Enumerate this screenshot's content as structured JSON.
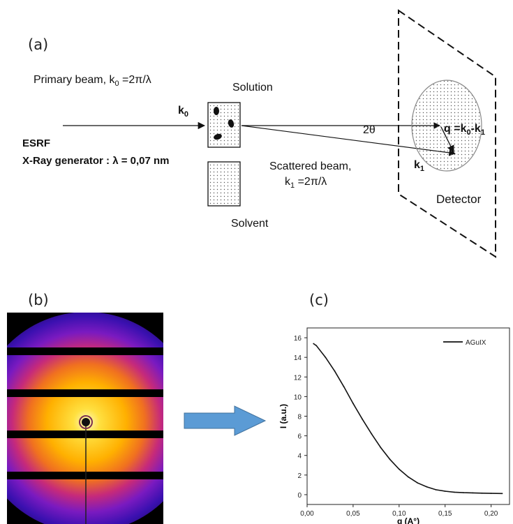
{
  "panels": {
    "a": "(a)",
    "b": "(b)",
    "c": "(c)"
  },
  "schematic": {
    "primary_beam_text": "Primary beam, k",
    "primary_beam_sub": "0",
    "primary_beam_eq": " =2π/λ",
    "k0_text": "k",
    "k0_sub": "0",
    "solution": "Solution",
    "solvent": "Solvent",
    "esrf": "ESRF",
    "xray": "X-Ray generator : λ = 0,07 nm",
    "angle": "2θ",
    "scattered_line1": "Scattered beam,",
    "scattered_line2_k": "k",
    "scattered_line2_sub": "1",
    "scattered_line2_eq": " =2π/λ",
    "k1_text": "k",
    "k1_sub": "1",
    "q_text": "q =k",
    "q_sub0": "0",
    "q_dash": "-k",
    "q_sub1": "1",
    "detector": "Detector"
  },
  "chart_data": {
    "type": "line",
    "title": "",
    "xlabel": "q (A°)",
    "ylabel": "I (a.u.)",
    "xlim": [
      0.0,
      0.22
    ],
    "ylim": [
      -1,
      17
    ],
    "xticks": [
      "0,00",
      "0,05",
      "0,10",
      "0,15",
      "0,20"
    ],
    "xtick_values": [
      0.0,
      0.05,
      0.1,
      0.15,
      0.2
    ],
    "yticks": [
      "0",
      "2",
      "4",
      "6",
      "8",
      "10",
      "12",
      "14",
      "16"
    ],
    "ytick_values": [
      0,
      2,
      4,
      6,
      8,
      10,
      12,
      14,
      16
    ],
    "legend_position": "top-right",
    "series": [
      {
        "name": "AGuIX",
        "color": "#111111",
        "x": [
          0.007,
          0.01,
          0.02,
          0.03,
          0.04,
          0.05,
          0.06,
          0.07,
          0.08,
          0.09,
          0.1,
          0.11,
          0.12,
          0.13,
          0.14,
          0.15,
          0.16,
          0.17,
          0.18,
          0.19,
          0.2,
          0.212
        ],
        "y": [
          15.4,
          15.2,
          14.0,
          12.6,
          11.0,
          9.3,
          7.7,
          6.2,
          4.8,
          3.6,
          2.6,
          1.8,
          1.2,
          0.8,
          0.5,
          0.35,
          0.25,
          0.2,
          0.18,
          0.15,
          0.13,
          0.12
        ]
      }
    ]
  },
  "flow_arrow_color": "#5b9bd5"
}
